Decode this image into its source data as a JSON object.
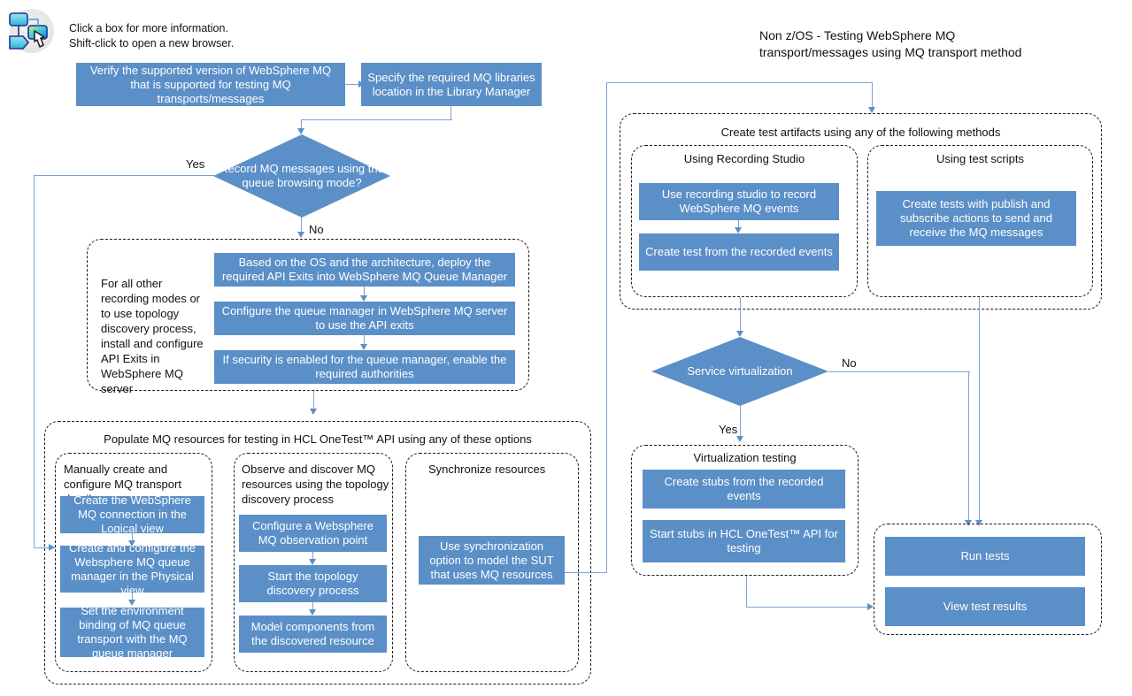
{
  "header": {
    "icon_name": "flowchart-click-icon",
    "hint_line1": "Click a box for more information.",
    "hint_line2": "Shift-click to open a new browser.",
    "title_line1": "Non z/OS - Testing WebSphere MQ",
    "title_line2": "transport/messages using MQ transport method"
  },
  "colors": {
    "box_fill": "#5B8FC7",
    "box_text": "#FFFFFF",
    "connector": "#7FA3D1",
    "group_border": "#1A1A1A",
    "group_border_light": "#9A9A9A",
    "background": "#FFFFFF"
  },
  "left": {
    "step_verify": "Verify the supported version of WebSphere MQ that is supported for testing MQ transports/messages",
    "step_specify": "Specify the required  MQ libraries location in the Library Manager",
    "decision_record": "Record MQ messages using the queue browsing mode?",
    "decision_record_yes": "Yes",
    "decision_record_no": "No",
    "apiexits_note": "For all other recording modes or to use topology discovery process, install and configure API Exits in WebSphere MQ server",
    "apiexits_steps": [
      "Based on the OS and the architecture, deploy the required API Exits into WebSphere MQ Queue Manager",
      "Configure the queue manager in WebSphere MQ server to use the API exits",
      "If security is enabled for the queue manager, enable the required authorities"
    ],
    "populate_title": "Populate MQ resources for testing in HCL OneTest™ API using any of these options",
    "populate_groups": [
      {
        "label": "Manually create and configure MQ transport details",
        "steps": [
          "Create the WebSphere MQ connection in the Logical view",
          "Create and configure the Websphere MQ queue manager in the Physical view",
          "Set the environment binding of MQ queue transport with the MQ queue manager"
        ]
      },
      {
        "label": "Observe and discover MQ resources using the topology discovery process",
        "steps": [
          "Configure a Websphere MQ observation point",
          "Start the topology discovery process",
          "Model components from the discovered resource"
        ]
      },
      {
        "label": "Synchronize resources",
        "steps": [
          "Use synchronization option to model the SUT that uses MQ resources"
        ]
      }
    ]
  },
  "right": {
    "artifacts_title": "Create test artifacts using any of the following methods",
    "artifacts_groups": [
      {
        "label": "Using Recording Studio",
        "steps": [
          "Use recording studio to record WebSphere MQ events",
          "Create test from the recorded events"
        ]
      },
      {
        "label": "Using test scripts",
        "steps": [
          "Create tests with publish and subscribe actions to send and receive the MQ messages"
        ]
      }
    ],
    "decision_virtualization": "Service virtualization",
    "decision_virtualization_yes": "Yes",
    "decision_virtualization_no": "No",
    "virtualization_label": "Virtualization testing",
    "virtualization_steps": [
      "Create stubs from the recorded events",
      "Start stubs in HCL OneTest™ API for testing"
    ],
    "run_steps": [
      "Run tests",
      "View test results"
    ]
  }
}
